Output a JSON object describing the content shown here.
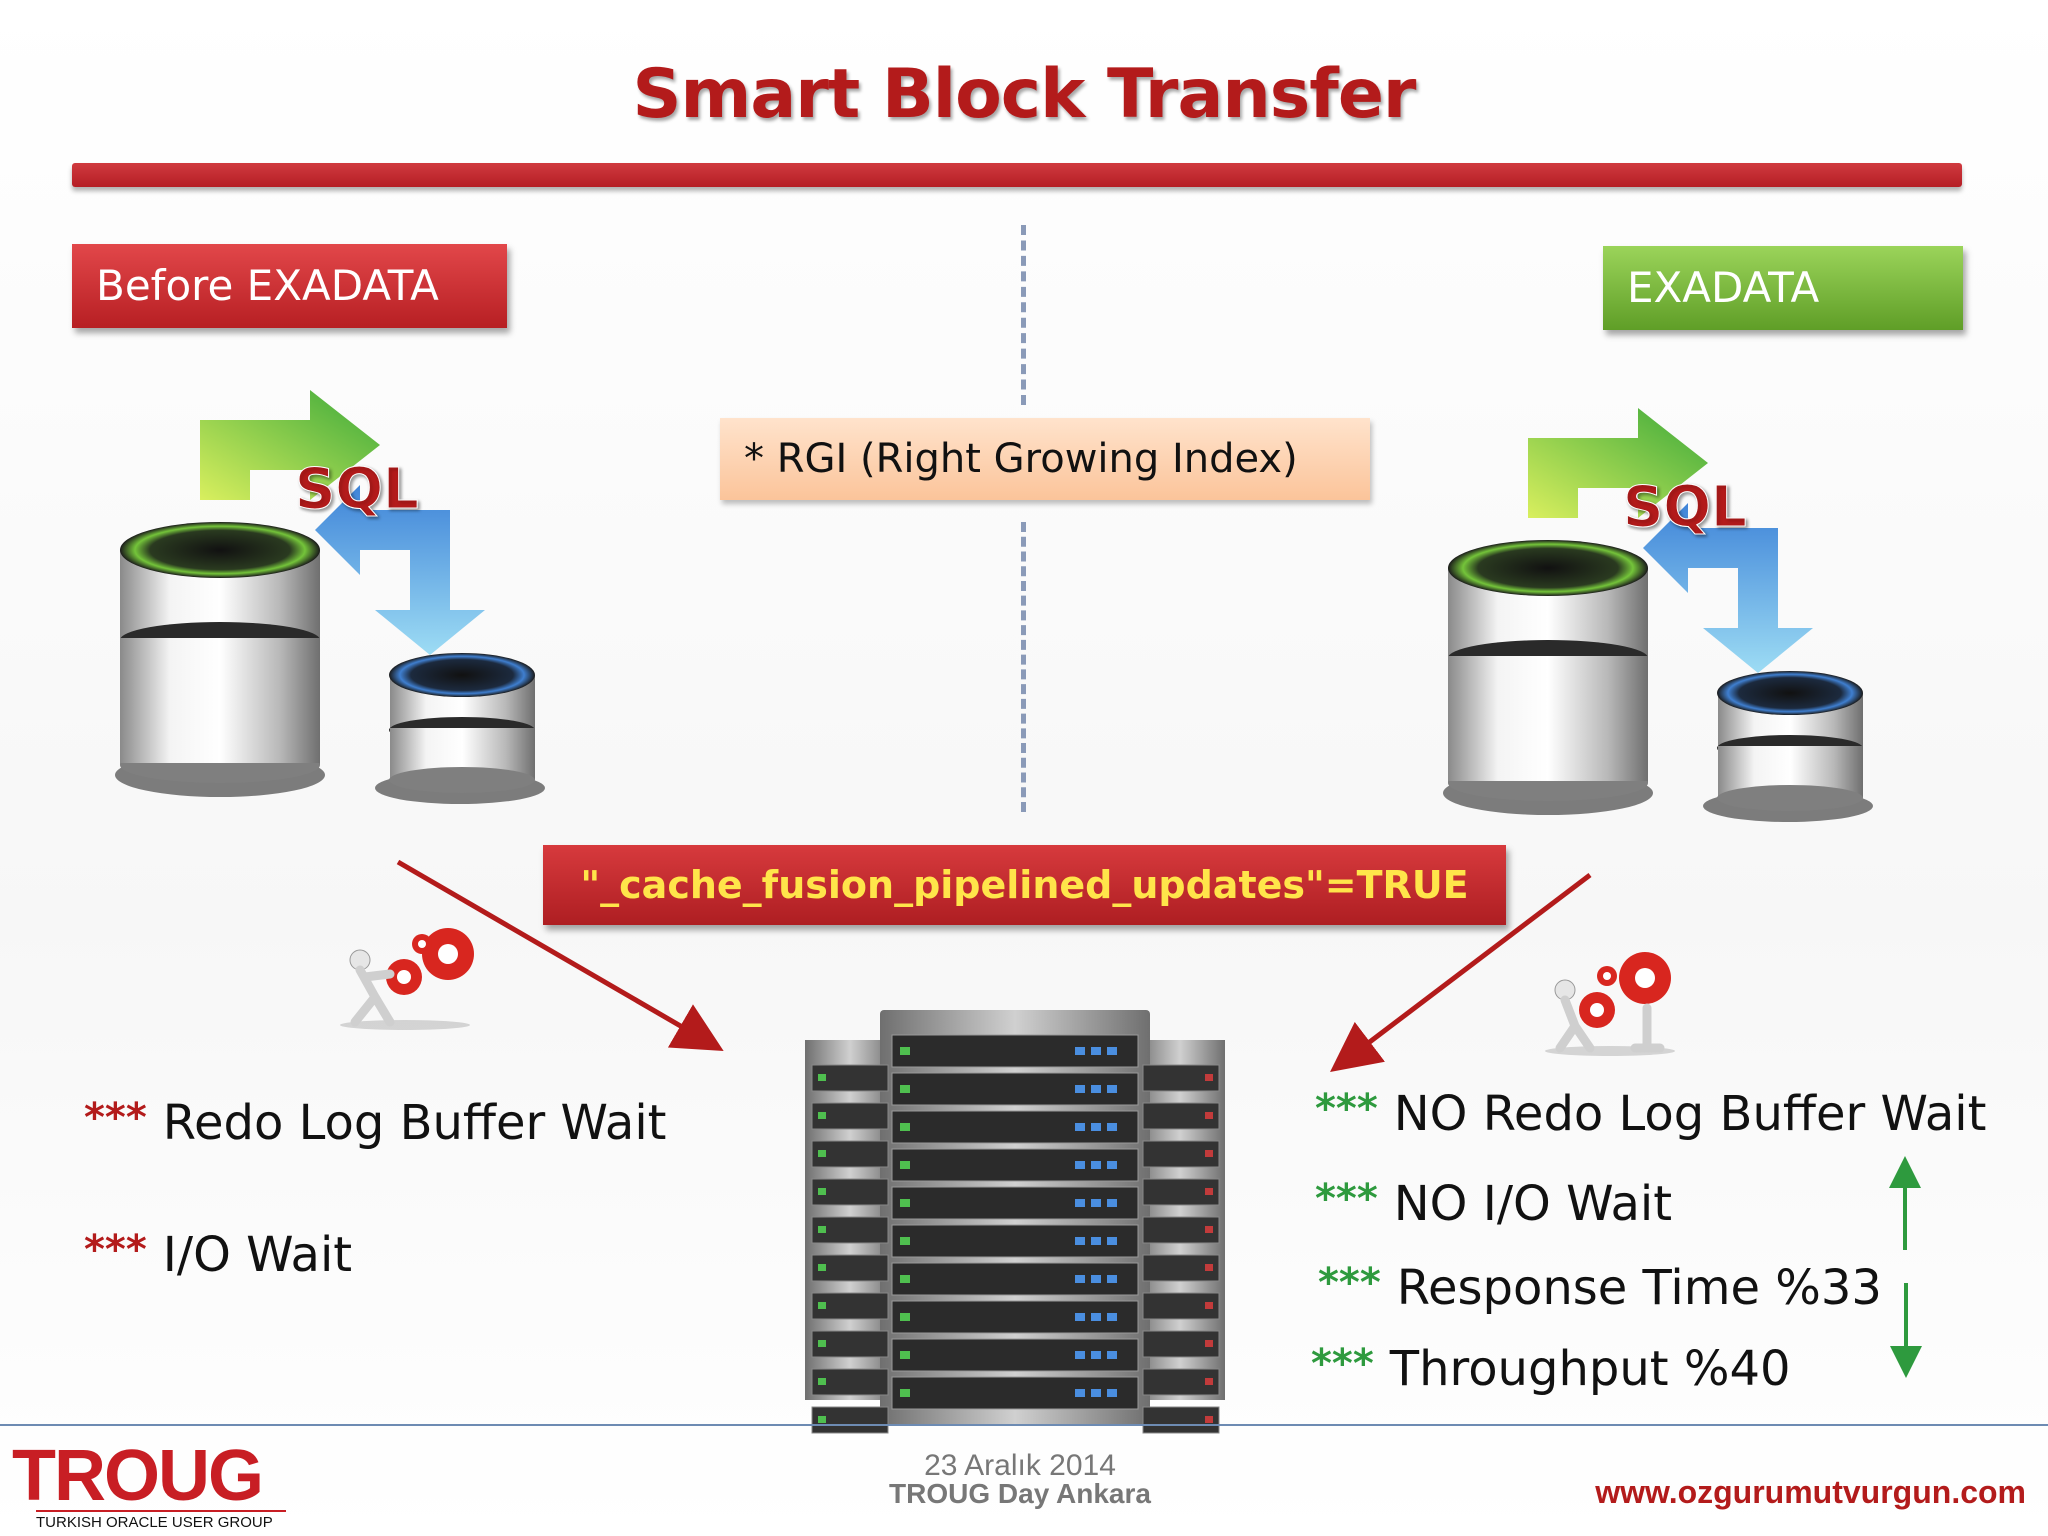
{
  "title": "Smart Block Transfer",
  "left_label": "Before EXADATA",
  "right_label": "EXADATA",
  "rgi_note": "* RGI (Right Growing Index)",
  "parameter": "\"_cache_fusion_pipelined_updates\"=TRUE",
  "sql_label": "SQL",
  "stars": "***",
  "left_bullets": [
    "Redo Log Buffer Wait",
    "I/O Wait"
  ],
  "right_bullets": [
    "NO Redo Log Buffer Wait",
    "NO I/O Wait",
    "Response Time %33",
    "Throughput %40"
  ],
  "footer": {
    "logo": "TROUG",
    "logo_tagline": "TURKISH ORACLE USER GROUP",
    "date": "23 Aralık  2014",
    "event": "TROUG Day  Ankara",
    "website": "www.ozgurumutvurgun.com"
  },
  "colors": {
    "title": "#b31b1b",
    "before_box": "#c8282c",
    "exadata_box": "#7cbc3a",
    "rgi_box": "#fcd3b0",
    "param_text": "#ffe54a",
    "stars_red": "#b31b1b",
    "stars_green": "#2e9a3e"
  }
}
